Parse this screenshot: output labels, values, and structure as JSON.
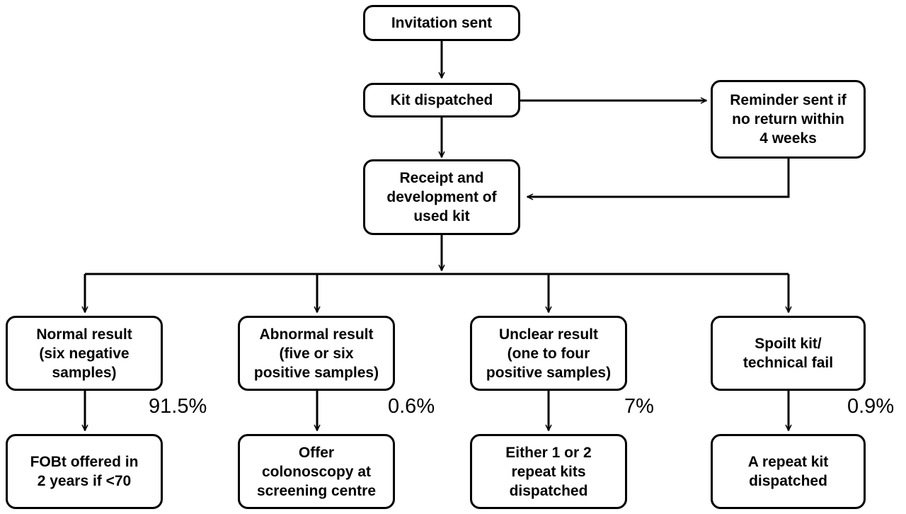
{
  "nodes": {
    "invitation": "Invitation sent",
    "kit": "Kit dispatched",
    "reminder": "Reminder sent if\nno return within\n4 weeks",
    "receipt": "Receipt and\ndevelopment of\nused kit",
    "normal": "Normal result\n(six negative\nsamples)",
    "abnormal": "Abnormal result\n(five or six\npositive samples)",
    "unclear": "Unclear result\n(one to four\npositive samples)",
    "spoilt": "Spoilt kit/\ntechnical fail",
    "normal_next": "FOBt offered in\n2 years if <70",
    "abnormal_next": "Offer\ncolonoscopy at\nscreening centre",
    "unclear_next": "Either 1 or 2\nrepeat kits\ndispatched",
    "spoilt_next": "A repeat kit\ndispatched"
  },
  "percentages": {
    "normal": "91.5%",
    "abnormal": "0.6%",
    "unclear": "7%",
    "spoilt": "0.9%"
  }
}
